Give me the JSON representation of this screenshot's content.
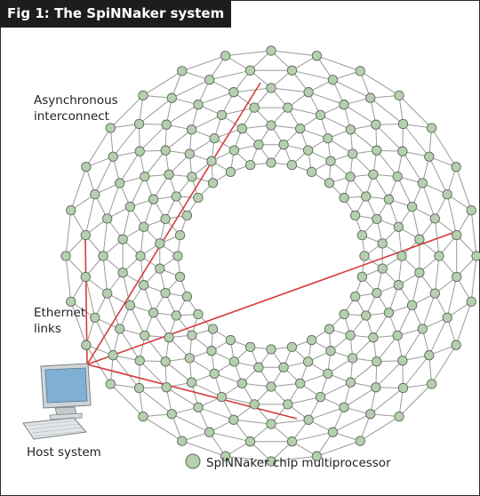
{
  "title": "Fig 1: The SpiNNaker system",
  "labels": {
    "interconnect_line1": "Asynchronous",
    "interconnect_line2": "interconnect",
    "ethernet_line1": "Ethernet",
    "ethernet_line2": "links",
    "host": "Host system"
  },
  "legend": {
    "label": "SpiNNaker chip multiprocessor",
    "icon": "chip-node-icon"
  },
  "colors": {
    "node_fill": "#b7cfb1",
    "node_stroke": "#5a6b57",
    "mesh_line": "#9a9a9a",
    "ethernet_link": "#d63b3b",
    "title_bg": "#1d1d1d",
    "screen": "#7fb0d4"
  },
  "icons": {
    "host": "computer-icon"
  }
}
